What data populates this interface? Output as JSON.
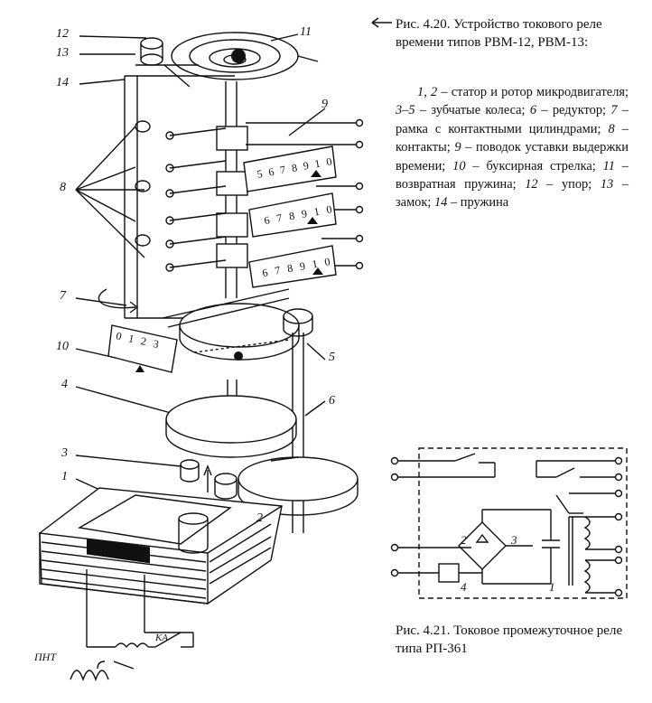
{
  "figure_420": {
    "caption_title": "Рис. 4.20. Устройство токового реле времени типов РВМ-12, РВМ-13:",
    "legend": [
      {
        "num": "1, 2",
        "text": " – статор и ротор микродвигателя; "
      },
      {
        "num": "3–5",
        "text": " – зубчатые колеса; "
      },
      {
        "num": "6",
        "text": " – редуктор; "
      },
      {
        "num": "7",
        "text": " – рамка с контактными цилиндрами; "
      },
      {
        "num": "8",
        "text": " – контакты; "
      },
      {
        "num": "9",
        "text": " – поводок уставки выдержки времени; "
      },
      {
        "num": "10",
        "text": " – буксирная стрелка; "
      },
      {
        "num": "11",
        "text": " – возвратная пружина; "
      },
      {
        "num": "12",
        "text": " – упор; "
      },
      {
        "num": "13",
        "text": " – замок; "
      },
      {
        "num": "14",
        "text": " – пружина"
      }
    ],
    "callouts": [
      "12",
      "13",
      "14",
      "11",
      "9",
      "8",
      "7",
      "10",
      "5",
      "4",
      "6",
      "3",
      "1",
      "2"
    ],
    "scale_labels_top": [
      "5",
      "6",
      "7",
      "8",
      "9",
      "10"
    ],
    "scale_labels_mid": [
      "6",
      "7",
      "8",
      "9",
      "10"
    ],
    "scale_labels_low": [
      "6",
      "7",
      "8",
      "9",
      "10"
    ],
    "dial_labels": [
      "0",
      "1",
      "2",
      "3"
    ],
    "circuit_labels": {
      "pnt": "ПНТ",
      "ka": "КА"
    }
  },
  "figure_421": {
    "caption": "Рис. 4.21. Токовое промежуточное реле типа РП-361",
    "callouts": [
      "2",
      "3",
      "4",
      "1"
    ]
  }
}
